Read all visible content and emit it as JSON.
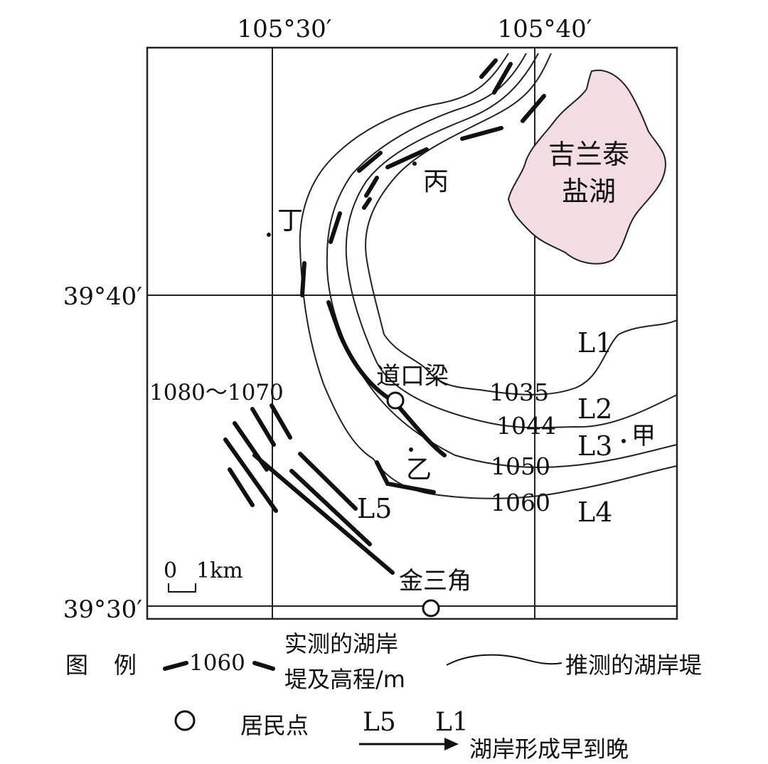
{
  "coords": {
    "lon_left": "105°30′",
    "lon_right": "105°40′",
    "lat_mid": "39°40′",
    "lat_bottom": "39°30′"
  },
  "lake": {
    "name_line1": "吉兰泰",
    "name_line2": "盐湖",
    "fill": "#f2dde2"
  },
  "places": {
    "jia": "甲",
    "yi": "乙",
    "bing": "丙",
    "ding": "丁",
    "daokouliang": "道口梁",
    "jinsanjiao": "金三角"
  },
  "shores": {
    "l1": "L1",
    "l2": "L2",
    "l3": "L3",
    "l4": "L4",
    "l5": "L5"
  },
  "elevations": {
    "e1035": "1035",
    "e1044": "1044",
    "e1050": "1050",
    "e1060": "1060",
    "range": "1080～1070"
  },
  "scale": {
    "zero": "0",
    "label": "1km"
  },
  "legend": {
    "title_1": "图",
    "title_2": "例",
    "measured_value": "1060",
    "measured_line1": "实测的湖岸",
    "measured_line2": "堤及高程/m",
    "inferred": "推测的湖岸堤",
    "settlement": "居民点",
    "order_from": "L5",
    "order_to": "L1",
    "order_text": "湖岸形成早到晚"
  }
}
